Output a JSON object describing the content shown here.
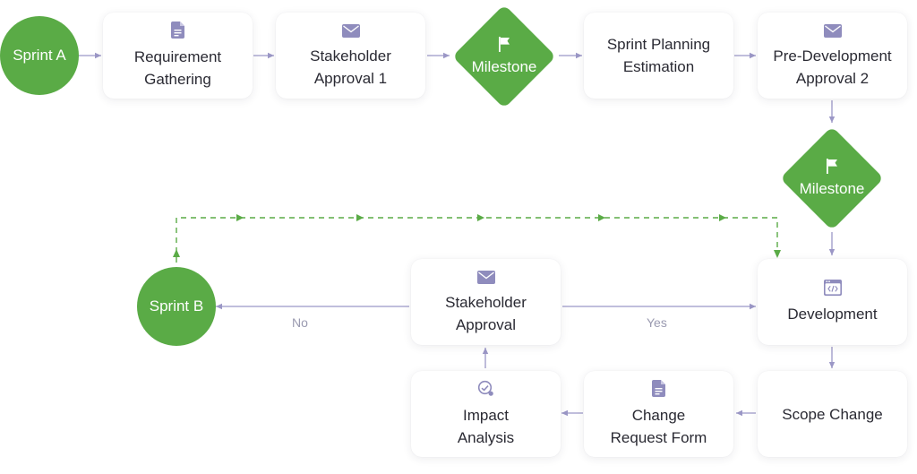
{
  "colors": {
    "accent_green": "#5aab46",
    "arrow_purple": "#9b97c6",
    "icon_purple": "#8f8cbd",
    "dashed_green": "#5aab46"
  },
  "nodes": {
    "sprint_a": {
      "label": "Sprint A"
    },
    "requirement_gathering": {
      "label": "Requirement\nGathering",
      "icon": "document-icon"
    },
    "stakeholder_approval_1": {
      "label": "Stakeholder\nApproval 1",
      "icon": "envelope-icon"
    },
    "milestone_1": {
      "label": "Milestone",
      "icon": "flag-icon"
    },
    "sprint_planning": {
      "label": "Sprint Planning\nEstimation"
    },
    "pre_dev_approval_2": {
      "label": "Pre-Development\nApproval 2",
      "icon": "envelope-icon"
    },
    "milestone_2": {
      "label": "Milestone",
      "icon": "flag-icon"
    },
    "development": {
      "label": "Development",
      "icon": "code-window-icon"
    },
    "scope_change": {
      "label": "Scope Change"
    },
    "change_request_form": {
      "label": "Change\nRequest Form",
      "icon": "document-icon"
    },
    "impact_analysis": {
      "label": "Impact\nAnalysis",
      "icon": "analysis-gauge-icon"
    },
    "stakeholder_approval": {
      "label": "Stakeholder\nApproval",
      "icon": "envelope-icon"
    },
    "sprint_b": {
      "label": "Sprint B"
    }
  },
  "edge_labels": {
    "no": "No",
    "yes": "Yes"
  }
}
